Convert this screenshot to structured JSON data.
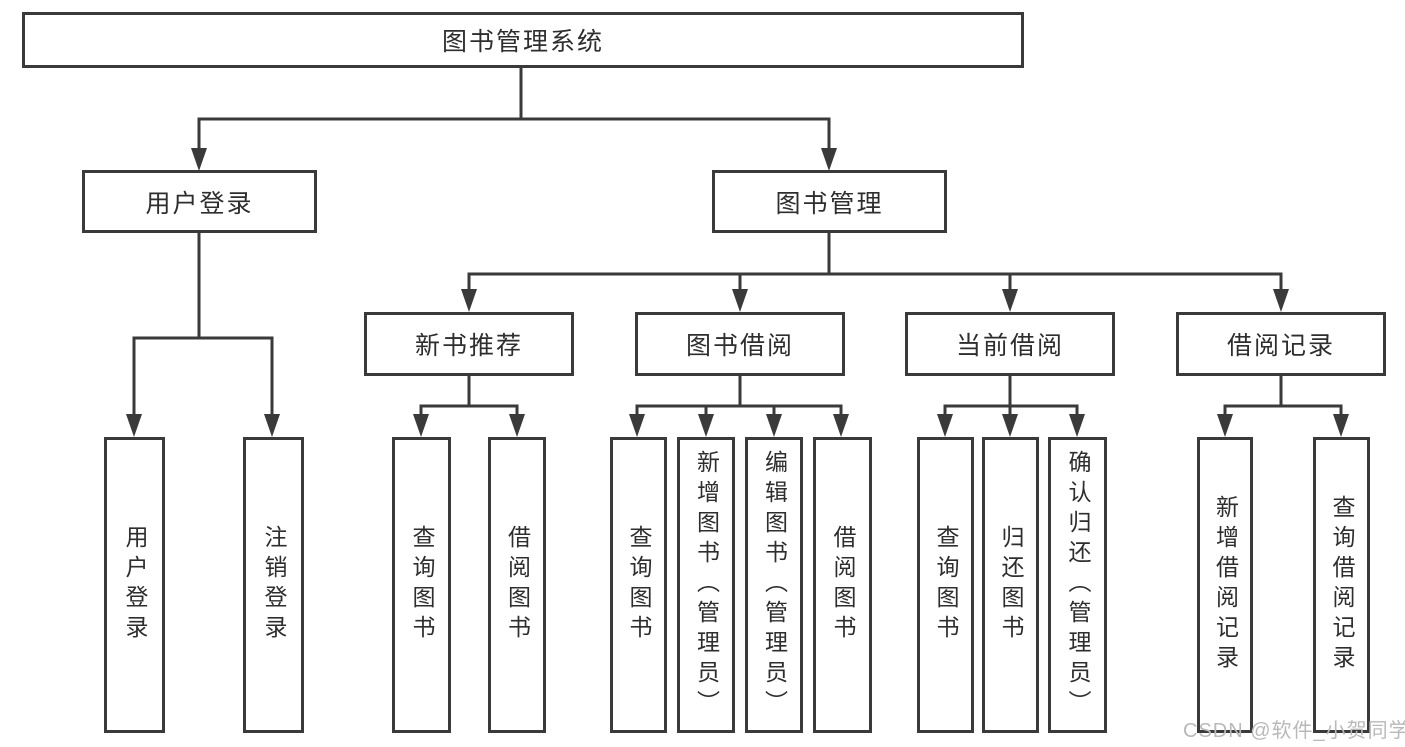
{
  "diagram": {
    "root": "图书管理系统",
    "user_login": {
      "label": "用户登录",
      "children": {
        "login": "用户登录",
        "logout": "注销登录"
      }
    },
    "book_mgmt": {
      "label": "图书管理",
      "new_books": {
        "label": "新书推荐",
        "children": {
          "query": "查询图书",
          "borrow": "借阅图书"
        }
      },
      "borrowing": {
        "label": "图书借阅",
        "children": {
          "query": "查询图书",
          "add": "新增图书（管理员）",
          "edit": "编辑图书（管理员）",
          "borrow": "借阅图书"
        }
      },
      "current": {
        "label": "当前借阅",
        "children": {
          "query": "查询图书",
          "return": "归还图书",
          "confirm": "确认归还（管理员）"
        }
      },
      "records": {
        "label": "借阅记录",
        "children": {
          "add": "新增借阅记录",
          "query": "查询借阅记录"
        }
      }
    }
  },
  "colors": {
    "line": "#3a3a3a",
    "box_border": "#3a3a3a",
    "text": "#2e2e2e",
    "watermark": "#b9b9b9",
    "background": "#ffffff"
  },
  "watermark": "CSDN @软件_小贺同学"
}
